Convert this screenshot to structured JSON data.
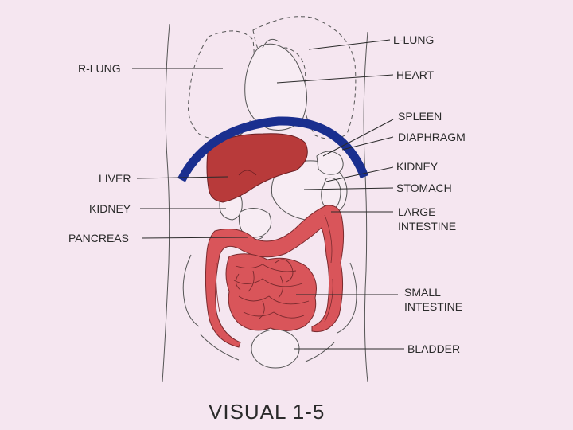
{
  "title": "VISUAL 1-5",
  "labels": {
    "l_lung": "L-LUNG",
    "r_lung": "R-LUNG",
    "heart": "HEART",
    "spleen": "SPLEEN",
    "diaphragm": "DIAPHRAGM",
    "kidney_left": "KIDNEY",
    "stomach": "STOMACH",
    "large_intestine_1": "LARGE",
    "large_intestine_2": "INTESTINE",
    "liver": "LIVER",
    "kidney_right": "KIDNEY",
    "pancreas": "PANCREAS",
    "small_intestine_1": "SMALL",
    "small_intestine_2": "INTESTINE",
    "bladder": "BLADDER"
  },
  "colors": {
    "background": "#f5e6f0",
    "liver": "#b83a3a",
    "intestine": "#d9555a",
    "diaphragm": "#1a2f8f",
    "outline": "#555555",
    "text": "#2a2a2a"
  }
}
